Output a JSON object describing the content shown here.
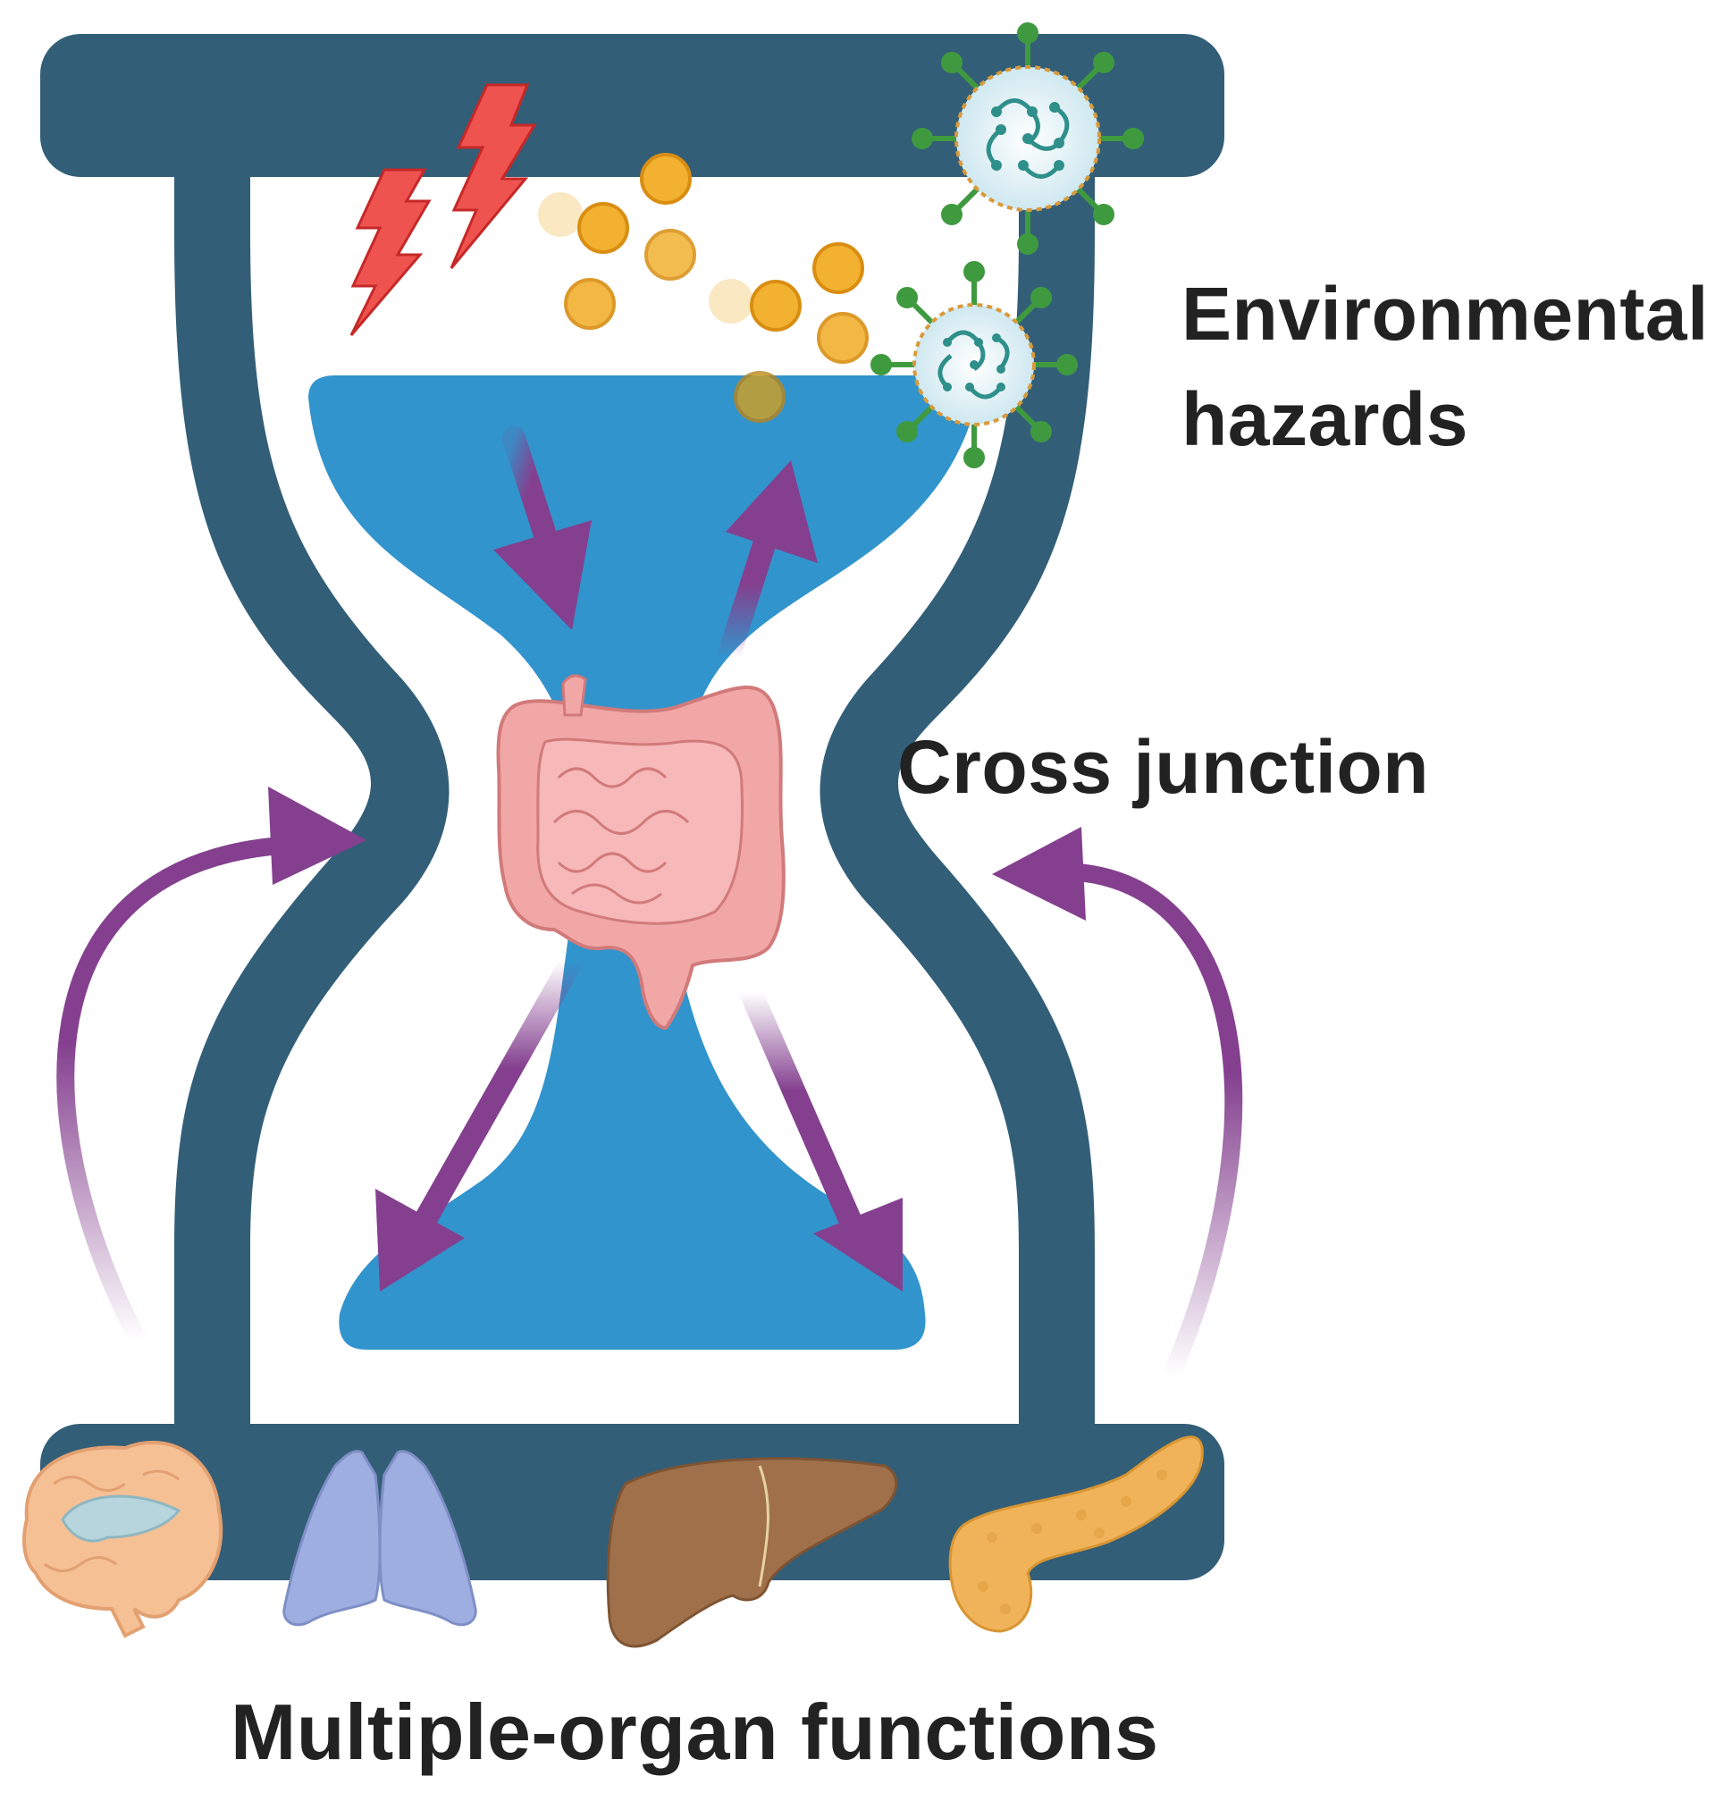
{
  "labels": {
    "environmental_hazards_line1": "Environmental",
    "environmental_hazards_line2": "hazards",
    "cross_junction": "Cross junction",
    "multiple_organ_functions": "Multiple-organ functions"
  },
  "icons": [
    "lightning-bolt-icon",
    "particle-icon",
    "virus-icon",
    "intestine-icon",
    "brain-icon",
    "lungs-icon",
    "liver-icon",
    "pancreas-icon",
    "arrow-icon"
  ],
  "colors": {
    "hourglass_frame": "#335e78",
    "sand": "#3294cc",
    "arrow": "#84408f",
    "particle": "#f2b130",
    "lightning": "#ef5350",
    "virus_body": "#e2f1f5",
    "virus_spike": "#3f9a3f",
    "intestine": "#f2a7a7",
    "brain": "#f6c095",
    "lungs": "#9eaee0",
    "liver": "#a0704a",
    "pancreas": "#f0b35a",
    "text": "#222222"
  }
}
